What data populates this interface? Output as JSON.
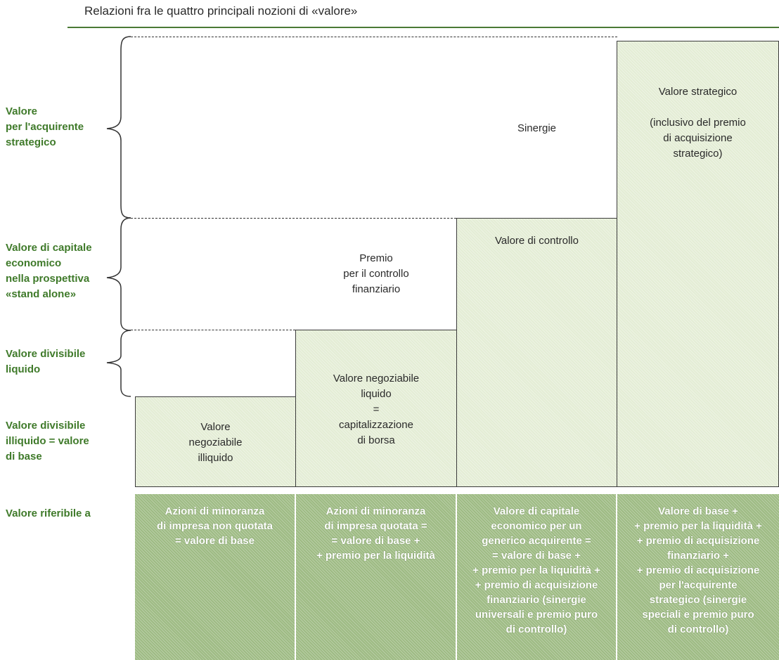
{
  "title": "Relazioni fra le quattro principali nozioni di «valore»",
  "left_labels": {
    "strategico": "Valore\nper l'acquirente\nstrategico",
    "standalone": "Valore di capitale\neconomico\nnella prospettiva\n«stand alone»",
    "liquido": "Valore divisibile\nliquido",
    "illiquido": "Valore divisibile\nilliquido = valore\ndi base",
    "riferibile": "Valore riferibile a"
  },
  "columns": [
    {
      "box_text": "Valore\nnegoziabile\nilliquido"
    },
    {
      "box_text": "Valore negoziabile\nliquido\n=\ncapitalizzazione\ndi borsa"
    },
    {
      "box_text": "Valore di controllo"
    },
    {
      "box_text": "Valore strategico\n\n(inclusivo del premio\ndi acquisizione\nstrategico)"
    }
  ],
  "gap_labels": {
    "premio": "Premio\nper il controllo\nfinanziario",
    "sinergie": "Sinergie"
  },
  "bottom_row": [
    "Azioni di minoranza\ndi impresa non quotata\n= valore di base",
    "Azioni di minoranza\ndi impresa quotata =\n= valore di base +\n+ premio per la liquidità",
    "Valore di capitale\neconomico per un\ngenerico acquirente =\n= valore di base +\n+ premio per la liquidità +\n+ premio di acquisizione\nfinanziario (sinergie\nuniversali e premio puro\ndi controllo)",
    "Valore di base +\n+ premio per la liquidità +\n+ premio di acquisizione\nfinanziario +\n+ premio di acquisizione\nper l'acquirente\nstrategico (sinergie\nspeciali e premio puro\ndi controllo)"
  ],
  "colors": {
    "label_green": "#3f7a2a",
    "box_fill": "#e4edd5",
    "bottom_fill": "#9ebb84"
  }
}
